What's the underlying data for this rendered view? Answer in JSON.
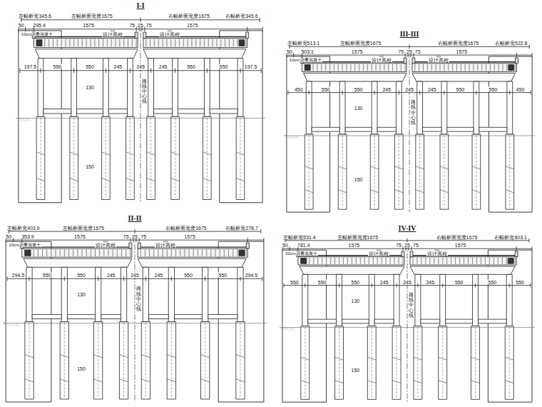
{
  "diagram": {
    "labels": [
      "I-I",
      "左幅桥宽345.6",
      "左幅桥面宽度1675",
      "右幅桥面宽度1675",
      "右幅桥宽345.6",
      "50",
      "295.4",
      "1575",
      "75",
      "25",
      "75",
      "1575",
      "10cm沥青混凝土",
      "设计高程",
      "设计高程",
      "197.5",
      "550",
      "550",
      "245",
      "245",
      "245",
      "550",
      "550",
      "197.5",
      "130",
      "150",
      "路线中心线",
      "III-III",
      "左幅桥宽513.1",
      "左幅桥面宽度1675",
      "右幅桥面宽度1675",
      "右幅桥宽522.8",
      "50",
      "503.1",
      "1575",
      "75",
      "25",
      "75",
      "1575",
      "10cm沥青混凝土",
      "设计高程",
      "设计高程",
      "450",
      "550",
      "550",
      "245",
      "245",
      "245",
      "550",
      "550",
      "450",
      "130",
      "150",
      "路线中心线",
      "II-II",
      "左幅桥宽403.9",
      "左幅桥面宽度1675",
      "右幅桥面宽度1675",
      "右幅桥宽278.7",
      "50",
      "353.9",
      "1575",
      "75",
      "25",
      "75",
      "1575",
      "10cm沥青混凝土",
      "设计高程",
      "设计高程",
      "294.5",
      "550",
      "550",
      "245",
      "245",
      "245",
      "550",
      "550",
      "294.5",
      "130",
      "150",
      "路线中心线",
      "IV-IV",
      "左幅桥宽531.4",
      "左幅桥面宽度1675",
      "右幅桥面宽度1675",
      "右幅桥宽603.1",
      "50",
      "781.4",
      "1575",
      "75",
      "25",
      "75",
      "1575",
      "10cm沥青混凝土",
      "设计高程",
      "设计高程",
      "550",
      "550",
      "550",
      "245",
      "245",
      "245",
      "550",
      "550",
      "550",
      "130",
      "150",
      "路线中心线"
    ]
  }
}
